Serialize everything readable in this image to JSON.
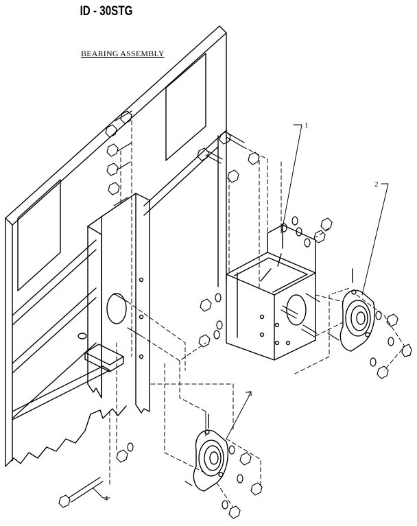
{
  "header": {
    "model": "ID - 30STG",
    "subtitle": "BEARING ASSEMBLY"
  },
  "callouts": [
    {
      "id": "1",
      "label": "1"
    },
    {
      "id": "2",
      "label": "2"
    },
    {
      "id": "3",
      "label": "3"
    },
    {
      "id": "4",
      "label": "4"
    }
  ],
  "colors": {
    "ink": "#000000",
    "paper": "#ffffff"
  }
}
